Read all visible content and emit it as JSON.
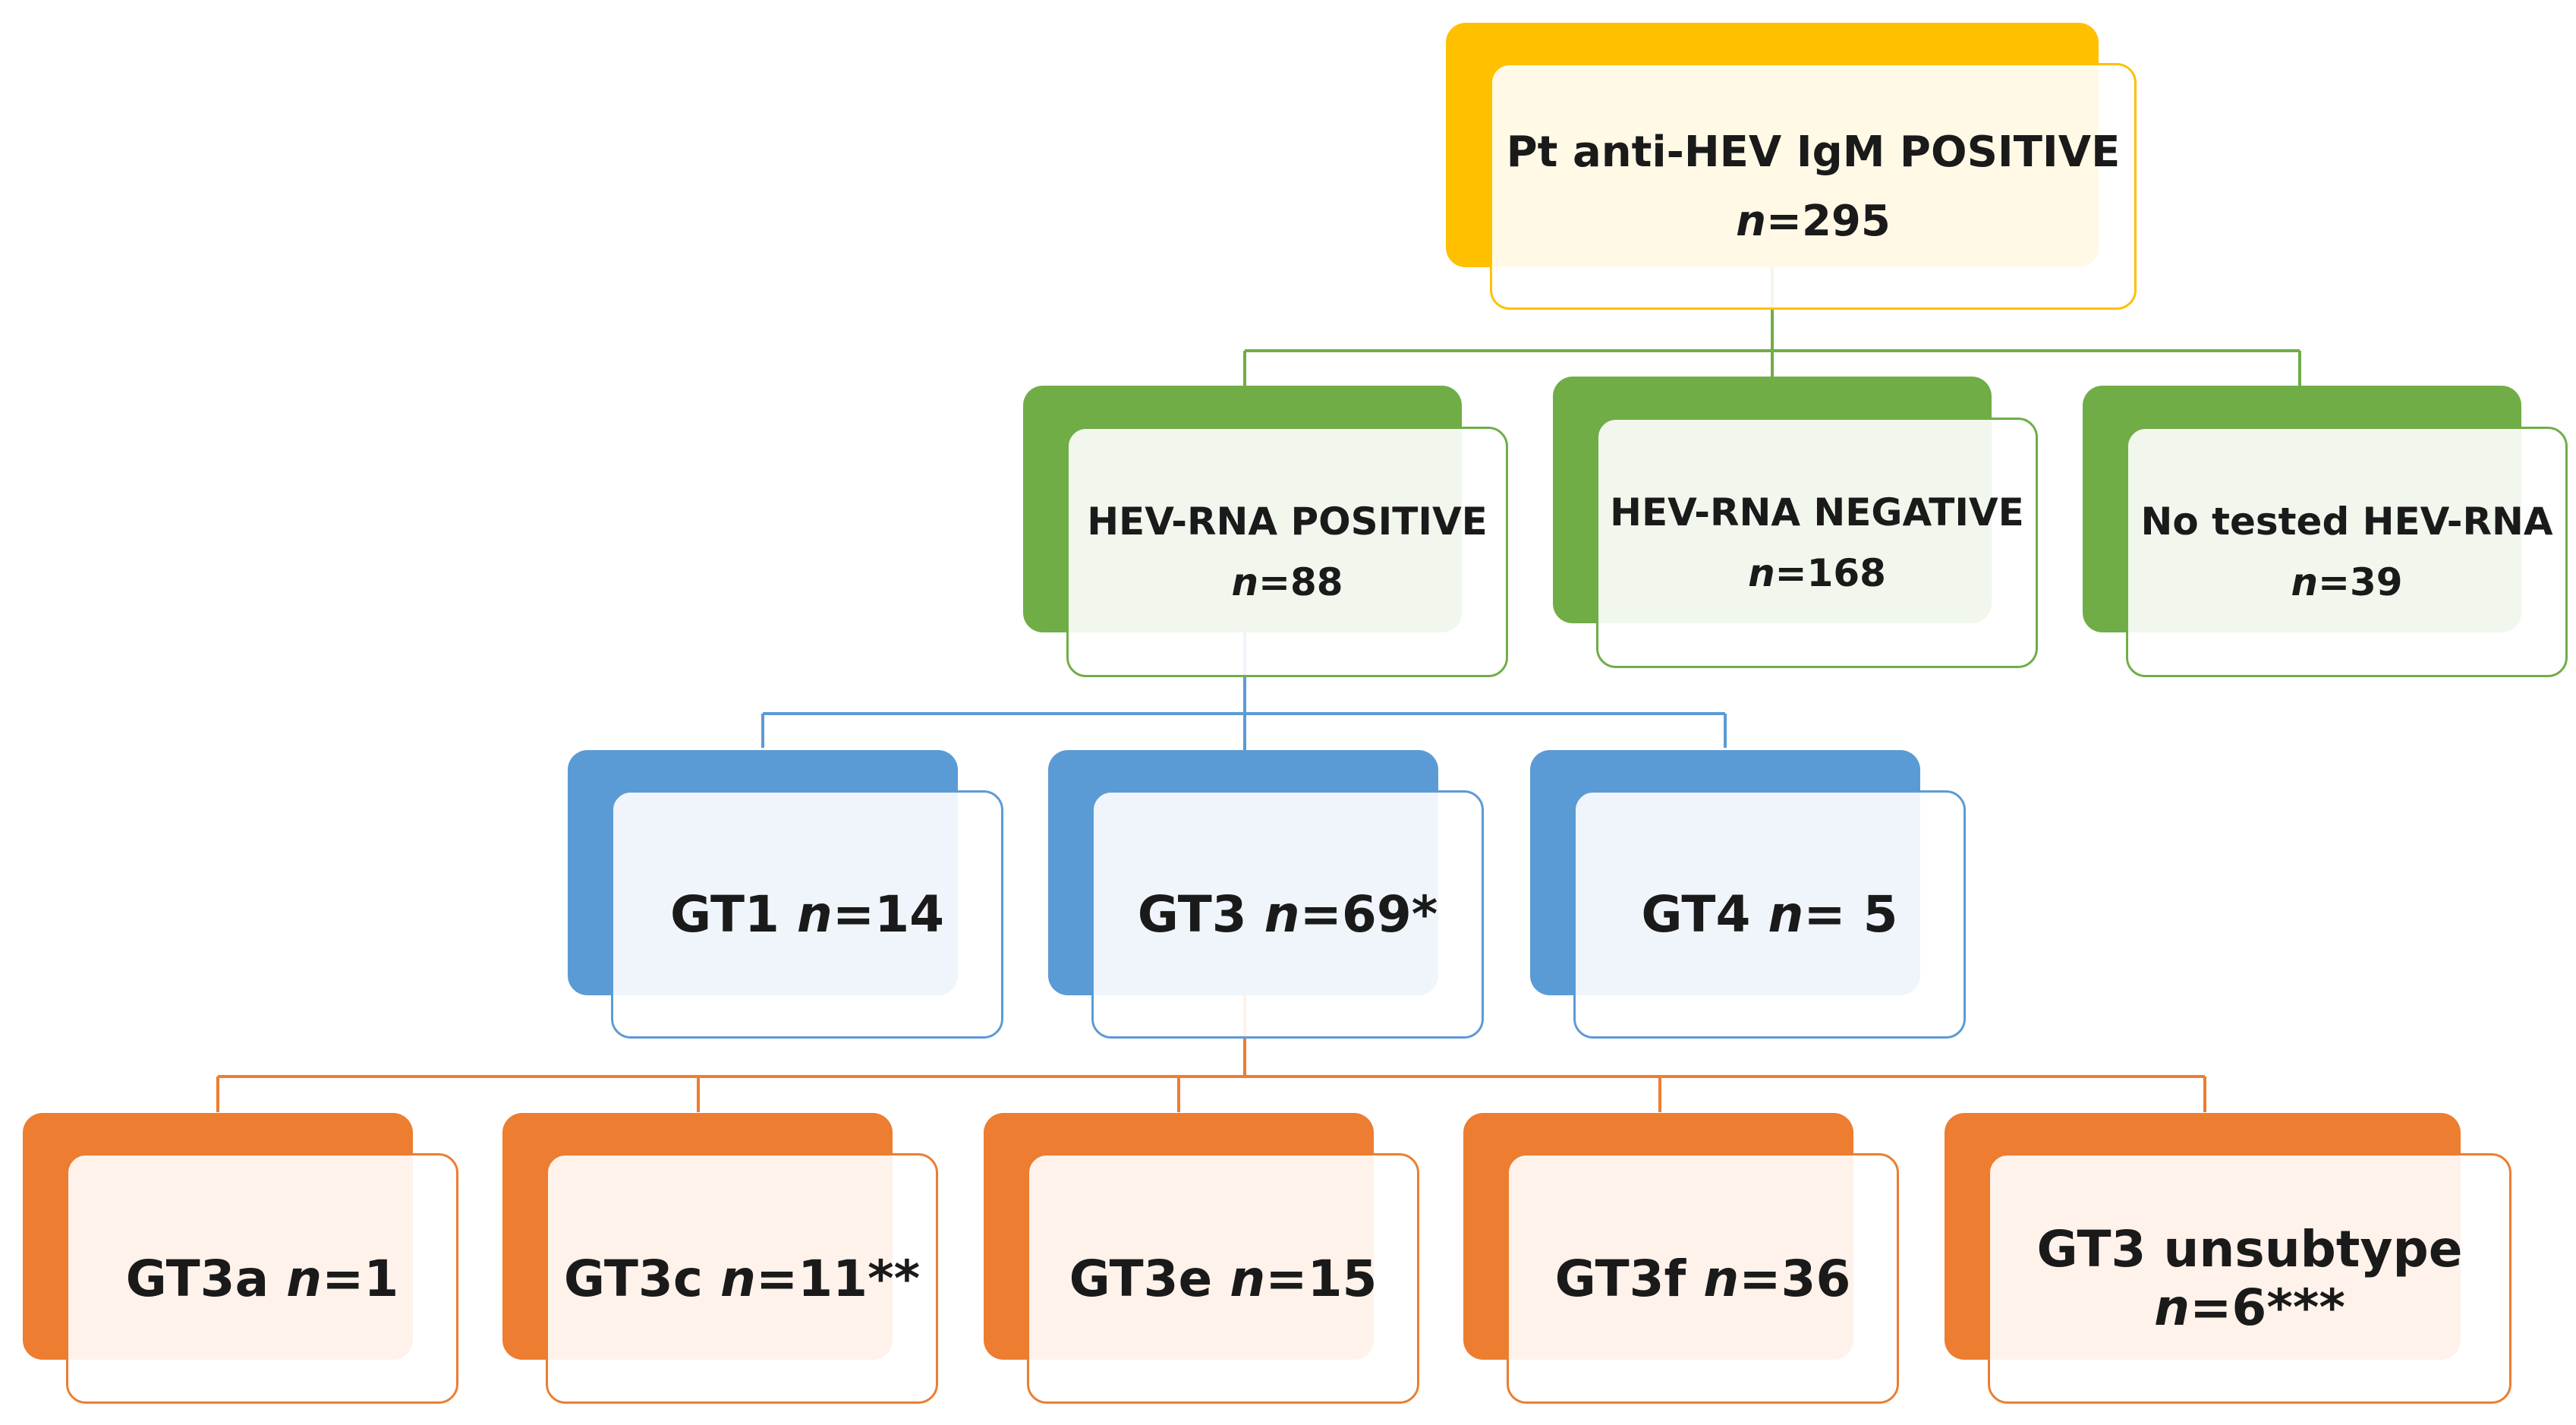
{
  "nodes": {
    "root": {
      "line1": "Pt anti-HEV IgM POSITIVE",
      "n_label": "n",
      "n_rest": "=295"
    },
    "rna_positive": {
      "line1": "HEV-RNA  POSITIVE",
      "n_label": "n",
      "n_rest": "=88"
    },
    "rna_negative": {
      "line1": "HEV-RNA  NEGATIVE",
      "n_label": "n",
      "n_rest": "=168"
    },
    "rna_not_tested": {
      "line1": "No tested HEV-RNA",
      "n_label": "n",
      "n_rest": "=39"
    },
    "gt1": {
      "prefix": "GT1 ",
      "n_label": "n",
      "n_rest": "=14"
    },
    "gt3": {
      "prefix": "GT3 ",
      "n_label": "n",
      "n_rest": "=69*"
    },
    "gt4": {
      "prefix": "GT4 ",
      "n_label": "n",
      "n_rest": "= 5"
    },
    "gt3a": {
      "prefix": "GT3a ",
      "n_label": "n",
      "n_rest": "=1"
    },
    "gt3c": {
      "prefix": "GT3c ",
      "n_label": "n",
      "n_rest": "=11**"
    },
    "gt3e": {
      "prefix": "GT3e ",
      "n_label": "n",
      "n_rest": "=15"
    },
    "gt3f": {
      "prefix": "GT3f ",
      "n_label": "n",
      "n_rest": "=36"
    },
    "gt3_unsubtype": {
      "line1": "GT3  unsubtype",
      "n_label": "n",
      "n_rest": "=6***"
    }
  },
  "colors": {
    "level0": "#FFC000",
    "level1": "#70AD47",
    "level2": "#5B9BD5",
    "level3": "#ED7D31"
  }
}
